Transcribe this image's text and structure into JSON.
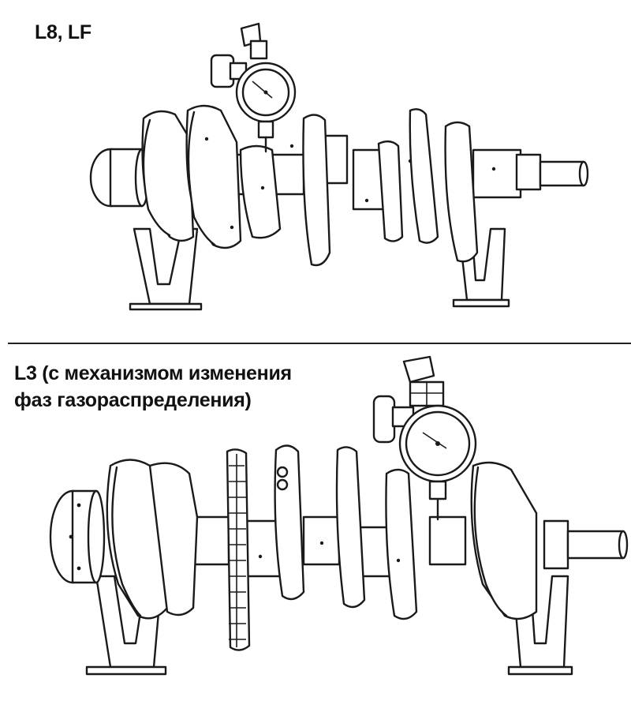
{
  "diagrams": {
    "top": {
      "label": "L8, LF"
    },
    "bottom": {
      "label_line1": "L3 (с механизмом изменения",
      "label_line2": "фаз газораспределения)"
    }
  },
  "icons": [
    "crankshaft-drawing",
    "dial-indicator-icon",
    "v-block-support",
    "timing-sprocket"
  ]
}
